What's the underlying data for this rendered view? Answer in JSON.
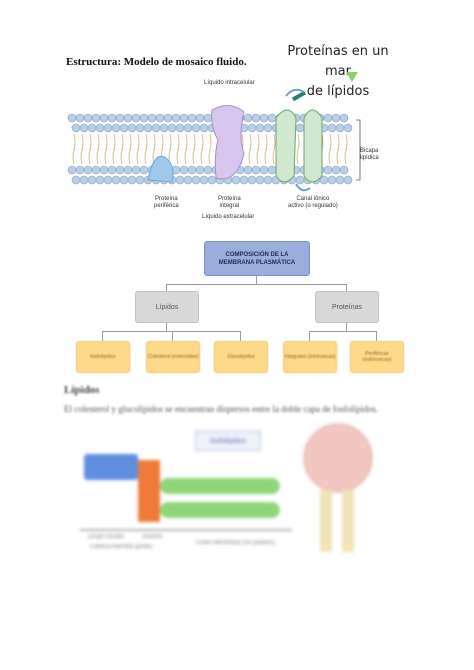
{
  "page": {
    "title": "Estructura: Modelo de mosaico fluido.",
    "handwritten_note": [
      "Proteínas en un mar",
      "de lípidos"
    ]
  },
  "membrane_figure": {
    "top_label": "Líquido intracelular",
    "bottom_label": "Líquido extracelular",
    "side_label": [
      "Bicapa",
      "lipídica"
    ],
    "protein_peripheral": [
      "Proteína",
      "periférica"
    ],
    "protein_integral": [
      "Proteína",
      "integral"
    ],
    "ion_channel": [
      "Canal iónico",
      "activo (o regulado)"
    ]
  },
  "concept_map": {
    "root": [
      "COMPOSICIÓN DE LA",
      "MEMBRANA PLASMÁTICA"
    ],
    "left_branch": "Lípidos",
    "right_branch": "Proteínas",
    "left_leaves": [
      "fosfolípidos",
      "Colesterol (esteroides)",
      "Glucolípidos"
    ],
    "right_leaves": [
      "Integrales (intrínsecas)",
      "Periféricas (extrínsecas)"
    ]
  },
  "blurred_section": {
    "heading": "Lípidos",
    "sentence": "El colesterol y glucolípidos se encuentran dispersos entre la doble capa de fosfolípidos.",
    "figure_tag": "fosfolípidos",
    "labels": [
      "Grupo fosfato",
      "Glicerol",
      "Cabeza hidrófila (polar)",
      "Colas hidrófobas (no polares)"
    ]
  },
  "colors": {
    "root_box": "#9aaede",
    "branch_box": "#d8d8d8",
    "leaf_box": "#ffd98a",
    "arrow": "#8bd06a"
  }
}
